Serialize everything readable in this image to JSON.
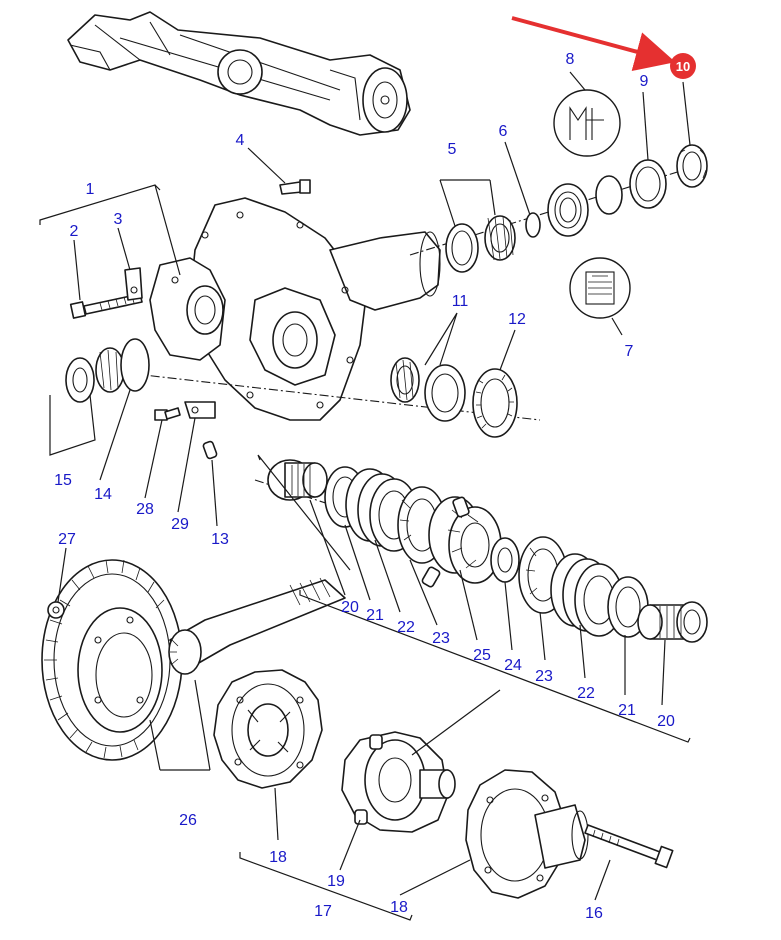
{
  "highlight": {
    "label": "10",
    "color": "#e53030"
  },
  "callout_color": "#1919c8",
  "callouts": [
    {
      "id": "c1",
      "text": "1"
    },
    {
      "id": "c2",
      "text": "2"
    },
    {
      "id": "c3",
      "text": "3"
    },
    {
      "id": "c4",
      "text": "4"
    },
    {
      "id": "c5",
      "text": "5"
    },
    {
      "id": "c6",
      "text": "6"
    },
    {
      "id": "c7",
      "text": "7"
    },
    {
      "id": "c8",
      "text": "8"
    },
    {
      "id": "c9",
      "text": "9"
    },
    {
      "id": "c11",
      "text": "11"
    },
    {
      "id": "c12",
      "text": "12"
    },
    {
      "id": "c13",
      "text": "13"
    },
    {
      "id": "c14",
      "text": "14"
    },
    {
      "id": "c15",
      "text": "15"
    },
    {
      "id": "c16",
      "text": "16"
    },
    {
      "id": "c17",
      "text": "17"
    },
    {
      "id": "c18a",
      "text": "18"
    },
    {
      "id": "c18b",
      "text": "18"
    },
    {
      "id": "c19",
      "text": "19"
    },
    {
      "id": "c20a",
      "text": "20"
    },
    {
      "id": "c20b",
      "text": "20"
    },
    {
      "id": "c21a",
      "text": "21"
    },
    {
      "id": "c21b",
      "text": "21"
    },
    {
      "id": "c22a",
      "text": "22"
    },
    {
      "id": "c22b",
      "text": "22"
    },
    {
      "id": "c23a",
      "text": "23"
    },
    {
      "id": "c23b",
      "text": "23"
    },
    {
      "id": "c24",
      "text": "24"
    },
    {
      "id": "c25",
      "text": "25"
    },
    {
      "id": "c26",
      "text": "26"
    },
    {
      "id": "c27",
      "text": "27"
    },
    {
      "id": "c28",
      "text": "28"
    },
    {
      "id": "c29",
      "text": "29"
    }
  ],
  "symbols": [
    {
      "name": "sealant-symbol",
      "callout": "8"
    },
    {
      "name": "grease-symbol",
      "callout": "7"
    }
  ]
}
